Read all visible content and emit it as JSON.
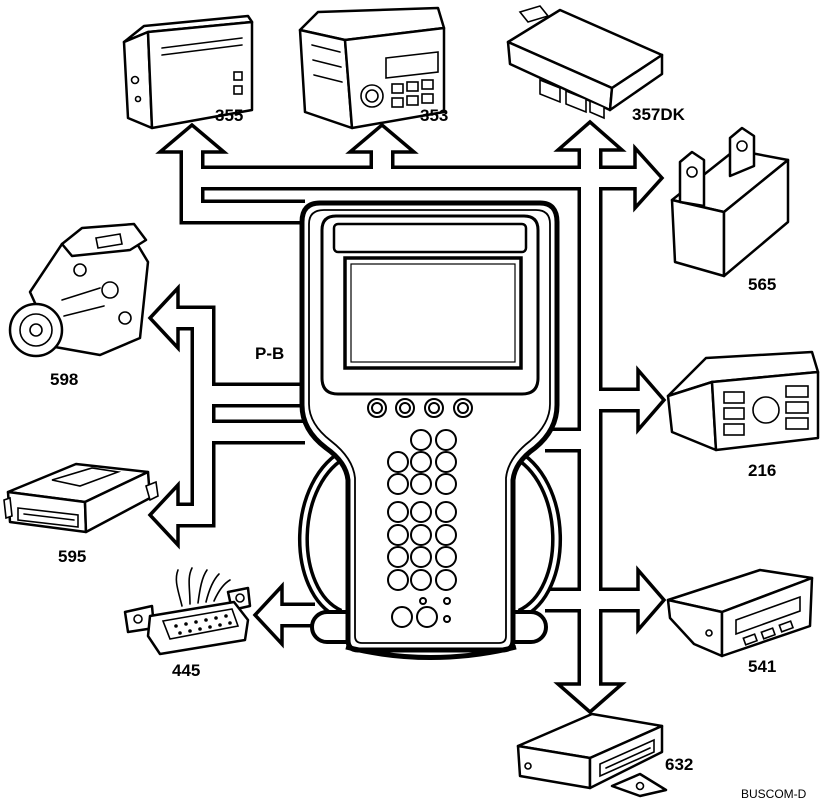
{
  "diagram": {
    "labels": {
      "module_355": "355",
      "module_353": "353",
      "module_357dk": "357DK",
      "module_565": "565",
      "module_598": "598",
      "module_216": "216",
      "module_595": "595",
      "module_445": "445",
      "module_541": "541",
      "module_632": "632",
      "bus_pb": "P-B"
    },
    "figure_code": "BUSCOM-D"
  }
}
